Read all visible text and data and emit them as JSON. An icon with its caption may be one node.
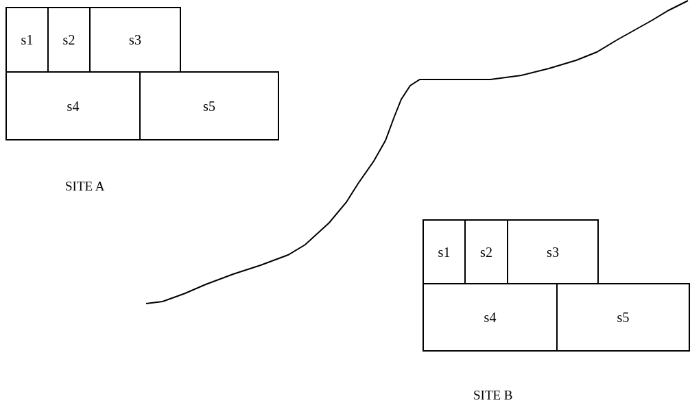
{
  "diagram": {
    "nodes": [
      {
        "text": [
          "s1"
        ]
      },
      {
        "text": [
          "s2"
        ]
      },
      {
        "text": [
          "s3"
        ]
      },
      {
        "text": [
          "s4"
        ]
      },
      {
        "text": [
          "s5"
        ]
      },
      {
        "text": [
          "s1"
        ]
      },
      {
        "text": [
          "s2"
        ]
      },
      {
        "text": [
          "s3"
        ]
      },
      {
        "text": [
          "s4"
        ]
      },
      {
        "text": [
          "s5"
        ]
      }
    ],
    "labels": [
      "SITE A",
      "SITE B"
    ]
  }
}
